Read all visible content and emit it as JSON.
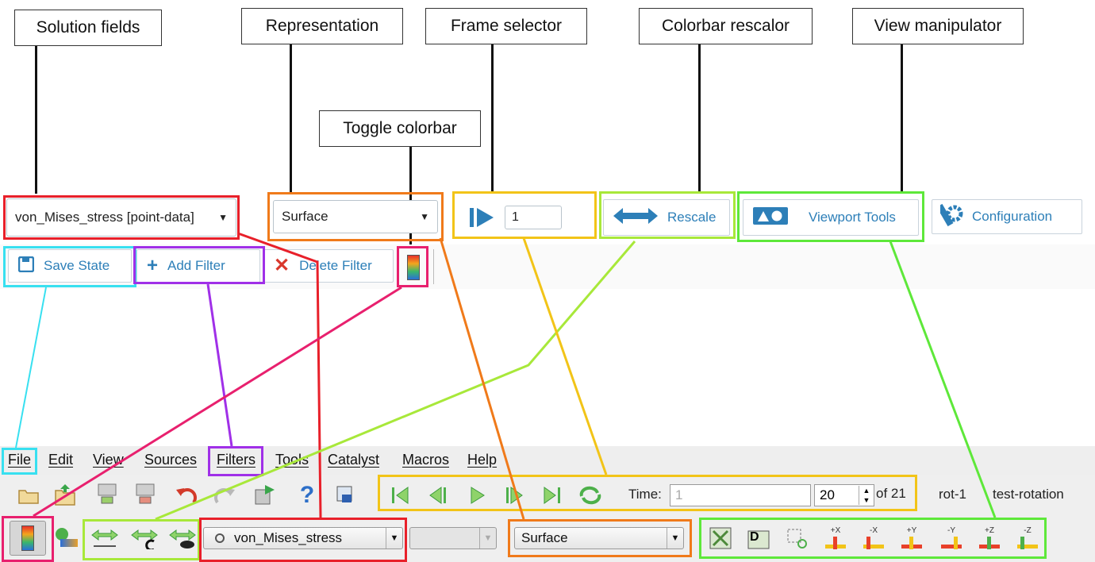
{
  "callouts": {
    "solution_fields": "Solution fields",
    "representation": "Representation",
    "toggle_colorbar": "Toggle colorbar",
    "frame_selector": "Frame selector",
    "colorbar_rescalor": "Colorbar rescalor",
    "view_manipulator": "View manipulator"
  },
  "web_ui": {
    "field_select": "von_Mises_stress [point-data]",
    "representation_select": "Surface",
    "frame_value": "1",
    "rescale_label": "Rescale",
    "viewport_tools_label": "Viewport Tools",
    "configuration_label": "Configuration",
    "save_state_label": "Save State",
    "add_filter_label": "Add Filter",
    "delete_filter_label": "Delete Filter"
  },
  "menubar": {
    "items": [
      "File",
      "Edit",
      "View",
      "Sources",
      "Filters",
      "Tools",
      "Catalyst",
      "Macros",
      "Help"
    ]
  },
  "toolbar": {
    "time_label": "Time:",
    "time_value": "1",
    "frame_index": "20",
    "frame_total": "of 21",
    "source_name": "rot-1",
    "case_name": "test-rotation",
    "array_combo": "von_Mises_stress",
    "representation_combo": "Surface",
    "view_axes": [
      "+X",
      "-X",
      "+Y",
      "-Y",
      "+Z",
      "-Z"
    ]
  },
  "colors": {
    "solution_fields": "#e8202a",
    "representation": "#f07a1a",
    "toggle_colorbar": "#e8206e",
    "frame_selector": "#f2c418",
    "colorbar_rescalor": "#a8e83a",
    "view_manipulator": "#5ee83a",
    "save_state": "#38e0f0",
    "add_filter": "#a030e8"
  }
}
